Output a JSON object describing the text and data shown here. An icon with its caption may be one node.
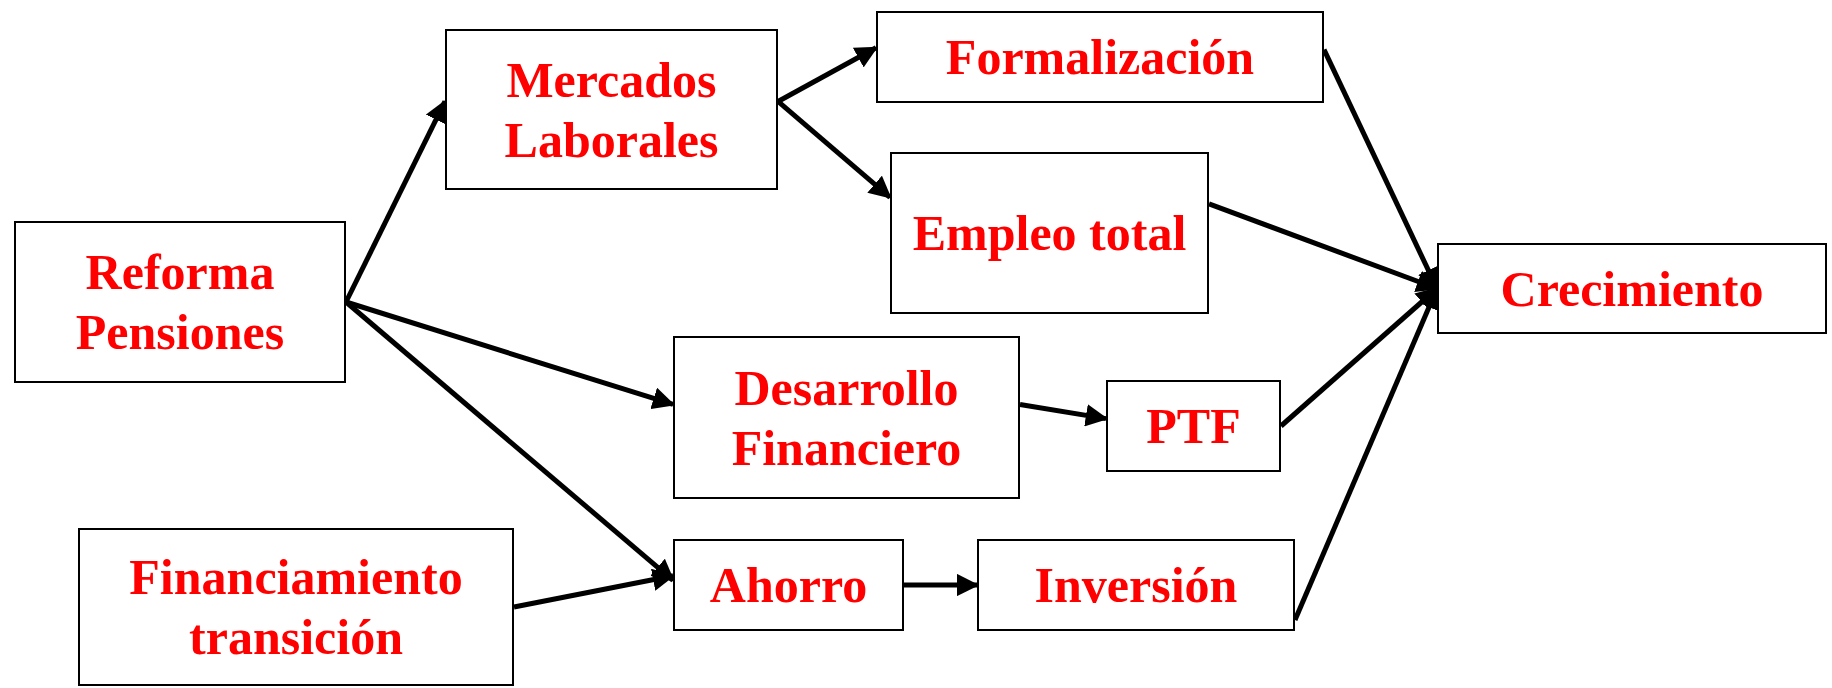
{
  "diagram": {
    "nodes": [
      {
        "text": [
          "Reforma Pensiones"
        ]
      },
      {
        "text": [
          "Mercados Laborales"
        ]
      },
      {
        "text": [
          "Formalización"
        ]
      },
      {
        "text": [
          "Empleo total"
        ]
      },
      {
        "text": [
          "Crecimiento"
        ]
      },
      {
        "text": [
          "Desarrollo Financiero"
        ]
      },
      {
        "text": [
          "PTF"
        ]
      },
      {
        "text": [
          "Financiamiento transición"
        ]
      },
      {
        "text": [
          "Ahorro"
        ]
      },
      {
        "text": [
          "Inversión"
        ]
      }
    ],
    "edges": [
      {
        "from": 0,
        "to": 1,
        "arrow": "to"
      },
      {
        "from": 1,
        "to": 2,
        "arrow": "to"
      },
      {
        "from": 1,
        "to": 3,
        "arrow": "to"
      },
      {
        "from": 0,
        "to": 5,
        "arrow": "to"
      },
      {
        "from": 0,
        "to": 8,
        "arrow": "to"
      },
      {
        "from": 7,
        "to": 8,
        "arrow": "to"
      },
      {
        "from": 5,
        "to": 6,
        "arrow": "to"
      },
      {
        "from": 8,
        "to": 9,
        "arrow": "to"
      },
      {
        "from": 2,
        "to": 4,
        "arrow": "to"
      },
      {
        "from": 3,
        "to": 4,
        "arrow": "to"
      },
      {
        "from": 6,
        "to": 4,
        "arrow": "to"
      },
      {
        "from": 9,
        "to": 4,
        "arrow": "to"
      }
    ]
  }
}
